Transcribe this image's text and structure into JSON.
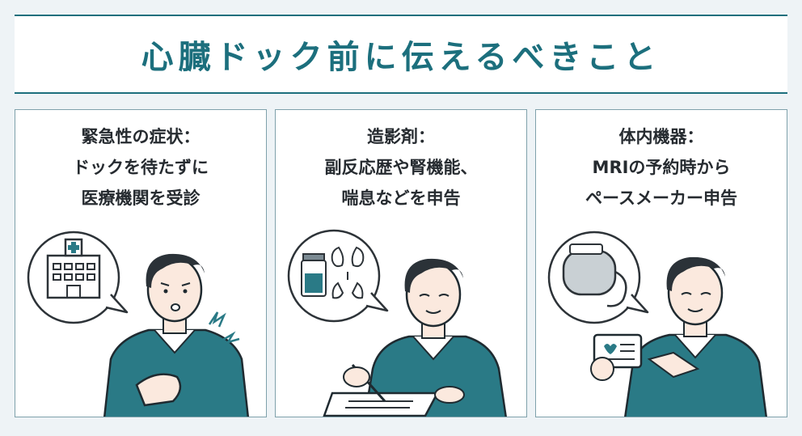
{
  "title": "心臓ドック前に伝えるべきこと",
  "colors": {
    "accent": "#1c6f7d",
    "sweater": "#2a7a86",
    "border": "#7fa1ab",
    "background": "#eef3f6"
  },
  "cards": [
    {
      "lines": [
        "緊急性の症状：",
        "ドックを待たずに",
        "医療機関を受診"
      ],
      "icon": "hospital-icon"
    },
    {
      "lines": [
        "造影剤：",
        "副反応歴や腎機能、",
        "喘息などを申告"
      ],
      "icon": "medicine-kidney-lungs-icon"
    },
    {
      "lines": [
        "体内機器：",
        "MRIの予約時から",
        "ペースメーカー申告"
      ],
      "icon": "pacemaker-icon"
    }
  ]
}
